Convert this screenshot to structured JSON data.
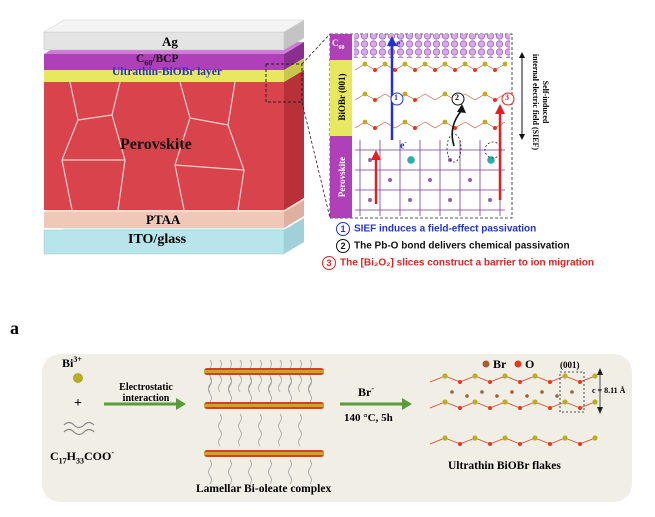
{
  "top": {
    "layers": {
      "ag": "Ag",
      "c60": "C",
      "c60_sub": "60",
      "c60_rest": "/BCP",
      "biobr": "Ultrathin-BiOBr layer",
      "perovskite": "Perovskite",
      "ptaa": "PTAA",
      "ito": "ITO/glass"
    },
    "zoom": {
      "c60_label": "C",
      "c60_sub": "60",
      "biobr_label": "BiOBr (001)",
      "perov_label": "Perovskite",
      "marker1": "1",
      "marker2": "2",
      "marker3": "3",
      "electron_top": "e",
      "electron_bottom": "e",
      "sief_label_1": "Self-induced",
      "sief_label_2": "internal electric field (SIEF)"
    },
    "notes": [
      {
        "num": "1",
        "text": "SIEF induces a field-effect passivation",
        "color": "#2233cc"
      },
      {
        "num": "2",
        "text": "The Pb-O bond delivers chemical passivation",
        "color": "#111111"
      },
      {
        "num": "3",
        "text": "The [Bi₂O₂] slices construct a barrier to ion migration",
        "color": "#dd2222"
      }
    ]
  },
  "panel_label": "a",
  "bottom": {
    "bi_label": "Bi",
    "bi_sup": "3+",
    "plus": "+",
    "oleate": "C",
    "oleate_sub1": "17",
    "oleate_mid": "H",
    "oleate_sub2": "33",
    "oleate_end": "COO",
    "oleate_sup": "-",
    "arrow1_line1": "Electrostatic",
    "arrow1_line2": "interaction",
    "arrow2_top": "Br",
    "arrow2_top_sup": "-",
    "arrow2_bottom": "140 °C, 5h",
    "complex_caption": "Lamellar Bi-oleate complex",
    "flakes_caption": "Ultrathin BiOBr flakes",
    "legend_br": "Br",
    "legend_o": "O",
    "facet": "(001)",
    "c_param": "c = 8.11 Å"
  },
  "colors": {
    "ag": "#e4e4e4",
    "c60": "#b040b8",
    "biobr": "#e8e860",
    "perovskite": "#d9444c",
    "ptaa": "#f0c8b8",
    "ito": "#b8e4ec",
    "arrow_green": "#5a9a3a",
    "panel_bg": "#f1eee6",
    "bi_ball": "#b8b020",
    "o_ball": "#e03a20",
    "br_ball": "#a06030"
  }
}
